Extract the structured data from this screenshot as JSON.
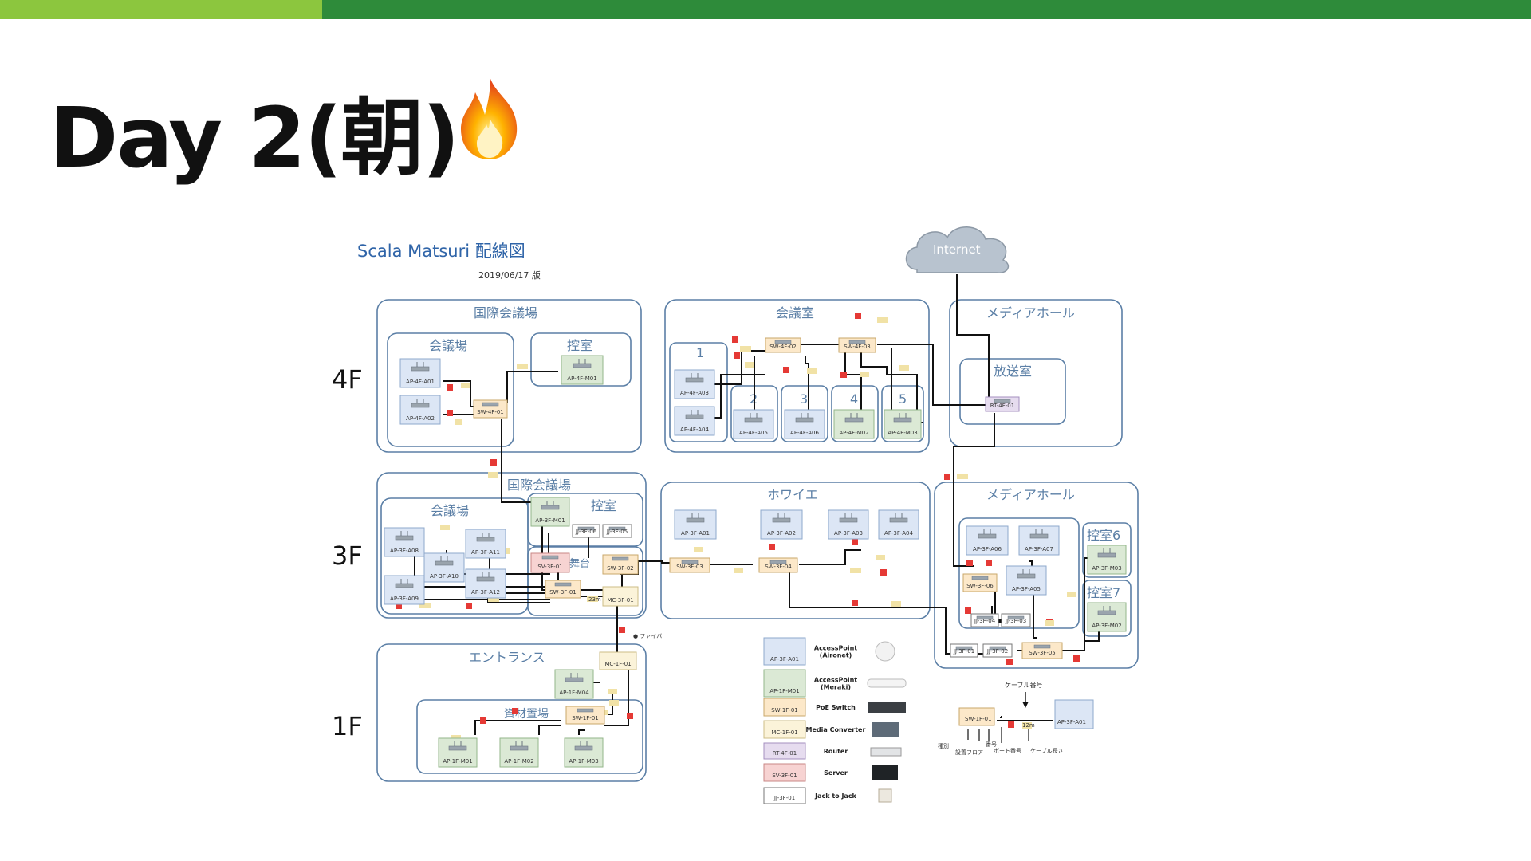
{
  "slide": {
    "title": "Day 2(朝)",
    "title_emoji": "fire-icon",
    "accent_colors": {
      "bar_light": "#8cc63e",
      "bar_dark": "#2e8b3a"
    }
  },
  "diagram": {
    "title": "Scala Matsuri 配線図",
    "date": "2019/06/17 版",
    "internet": "Internet",
    "floors": {
      "f4": "4F",
      "f3": "3F",
      "f1": "1F"
    },
    "rooms": {
      "kokusai4": "国際会議場",
      "kaigijo4": "会議場",
      "hikae4": "控室",
      "kaigishitsu": "会議室",
      "media4": "メディアホール",
      "housou": "放送室",
      "kokusai3": "国際会議場",
      "kaigijo3": "会議場",
      "hikae3": "控室",
      "butai": "舞台",
      "foyer": "ホワイエ",
      "media3": "メディアホール",
      "hikae6": "控室6",
      "hikae7": "控室7",
      "entrance": "エントランス",
      "shizai": "資材置場",
      "sub1": "1",
      "sub2": "2",
      "sub3": "3",
      "sub4": "4",
      "sub5": "5"
    },
    "devices": {
      "ap4a01": "AP-4F-A01",
      "ap4a02": "AP-4F-A02",
      "sw4f01": "SW-4F-01",
      "ap4m01": "AP-4F-M01",
      "ap4a03": "AP-4F-A03",
      "ap4a04": "AP-4F-A04",
      "ap4a05": "AP-4F-A05",
      "ap4a06": "AP-4F-A06",
      "ap4m02": "AP-4F-M02",
      "ap4m03": "AP-4F-M03",
      "sw4f02": "SW-4F-02",
      "sw4f03": "SW-4F-03",
      "rt4f01": "RT-4F-01",
      "ap3a08": "AP-3F-A08",
      "ap3a09": "AP-3F-A09",
      "ap3a10": "AP-3F-A10",
      "ap3a11": "AP-3F-A11",
      "ap3a12": "AP-3F-A12",
      "ap3m01": "AP-3F-M01",
      "jj3f06": "JJ-3F-06",
      "jj3f05": "JJ-3F-05",
      "sv3f01": "SV-3F-01",
      "sw3f01": "SW-3F-01",
      "sw3f02": "SW-3F-02",
      "mc3f01": "MC-3F-01",
      "ap3a01": "AP-3F-A01",
      "ap3a02": "AP-3F-A02",
      "ap3a03": "AP-3F-A03",
      "ap3a04": "AP-3F-A04",
      "sw3f03": "SW-3F-03",
      "sw3f04": "SW-3F-04",
      "ap3a06": "AP-3F-A06",
      "ap3a07": "AP-3F-A07",
      "ap3a05": "AP-3F-A05",
      "sw3f06": "SW-3F-06",
      "jj3f04": "JJ-3F-04",
      "jj3f03": "JJ-3F-03",
      "jj3f01": "JJ-3F-01",
      "jj3f02": "JJ-3F-02",
      "sw3f05": "SW-3F-05",
      "ap3m03": "AP-3F-M03",
      "ap3m02": "AP-3F-M02",
      "mc1f01": "MC-1F-01",
      "ap1m04": "AP-1F-M04",
      "sw1f01": "SW-1F-01",
      "ap1m01": "AP-1F-M01",
      "ap1m02": "AP-1F-M02",
      "ap1m03": "AP-1F-M03"
    },
    "fiber_label": "● ファイバ",
    "cable_23m": "23m",
    "legend": [
      {
        "code": "AP-3F-A01",
        "label": "AccessPoint\n(Aironet)",
        "color": "#dce6f5"
      },
      {
        "code": "AP-1F-M01",
        "label": "AccessPoint\n(Meraki)",
        "color": "#dbe9d5"
      },
      {
        "code": "SW-1F-01",
        "label": "PoE Switch",
        "color": "#fce8c9"
      },
      {
        "code": "MC-1F-01",
        "label": "Media Converter",
        "color": "#fbf3d9"
      },
      {
        "code": "RT-4F-01",
        "label": "Router",
        "color": "#e6dcef"
      },
      {
        "code": "SV-3F-01",
        "label": "Server",
        "color": "#f7d3d2"
      },
      {
        "code": "JJ-3F-01",
        "label": "Jack to Jack",
        "color": "#ffffff"
      }
    ],
    "key": {
      "cable_no": "ケーブル番号",
      "sw": "SW-1F-01",
      "ap": "AP-3F-A01",
      "len_tag": "12m",
      "shubetsu": "種別",
      "floor": "設置フロア",
      "bangou": "番号",
      "port": "ポート番号",
      "length": "ケーブル長さ"
    },
    "colors": {
      "room_border": "#5b7fa6",
      "room_text": "#5b7fa6",
      "title_blue": "#2f64a8",
      "ap_aironet": "#dce6f5",
      "ap_meraki": "#dbe9d5",
      "poe_switch": "#fce8c9",
      "media_converter": "#fbf3d9",
      "router": "#e6dcef",
      "server": "#f7d3d2",
      "cable": "#111111",
      "tag_red": "#e53935",
      "tag_yellow": "#f1e2a6"
    }
  }
}
